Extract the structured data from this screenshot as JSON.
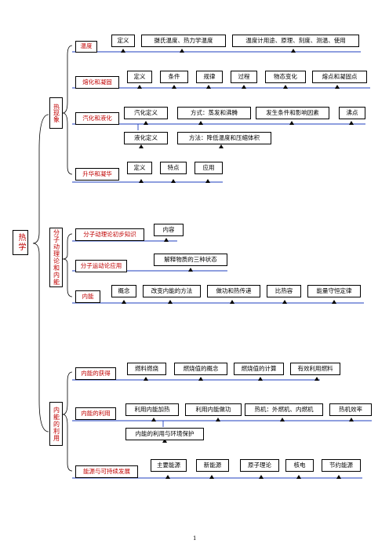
{
  "root": "热学",
  "sections": [
    {
      "label": "热现象",
      "topics": [
        {
          "label": "温度",
          "items": [
            "定义",
            "摄氏温度、热力学温度",
            "温度计用途、原理、刻度、测温、使用"
          ]
        },
        {
          "label": "熔化和凝固",
          "items": [
            "定义",
            "条件",
            "规律",
            "过程",
            "物态变化",
            "熔点和凝固点"
          ]
        },
        {
          "label": "汽化和液化",
          "items": [
            "汽化定义",
            "方式：蒸发和沸腾",
            "发生条件和影响因素",
            "沸点"
          ],
          "items2": [
            "液化定义",
            "方法：降低温度和压缩体积"
          ]
        },
        {
          "label": "升华和凝华",
          "items": [
            "定义",
            "特点",
            "应用"
          ]
        }
      ]
    },
    {
      "label": "分子动理论和内能",
      "topics": [
        {
          "label": "分子动理论初步知识",
          "items": [
            "内容"
          ]
        },
        {
          "label": "分子运动论应用",
          "items": [
            "解释物质的三种状态"
          ]
        },
        {
          "label": "内能",
          "items": [
            "概念",
            "改变内能的方法",
            "做功和热传递",
            "比热容",
            "能量守恒定律"
          ]
        }
      ]
    },
    {
      "label": "内能的利用",
      "topics": [
        {
          "label": "内能的获得",
          "items": [
            "燃料燃烧",
            "燃烧值的概念",
            "燃烧值的计算",
            "有效利用燃料"
          ]
        },
        {
          "label": "内能的利用",
          "items": [
            "利用内能加热",
            "利用内能做功",
            "热机：外燃机、内燃机",
            "热机效率"
          ],
          "items2": [
            "内能的利用与环境保护"
          ]
        },
        {
          "label": "能源与可持续发展",
          "items": [
            "主要能源",
            "新能源",
            "原子理论",
            "核电",
            "节约能源"
          ]
        }
      ]
    }
  ],
  "page_number": "1",
  "colors": {
    "accent": "#c00000",
    "line": "#1f3fbf"
  }
}
